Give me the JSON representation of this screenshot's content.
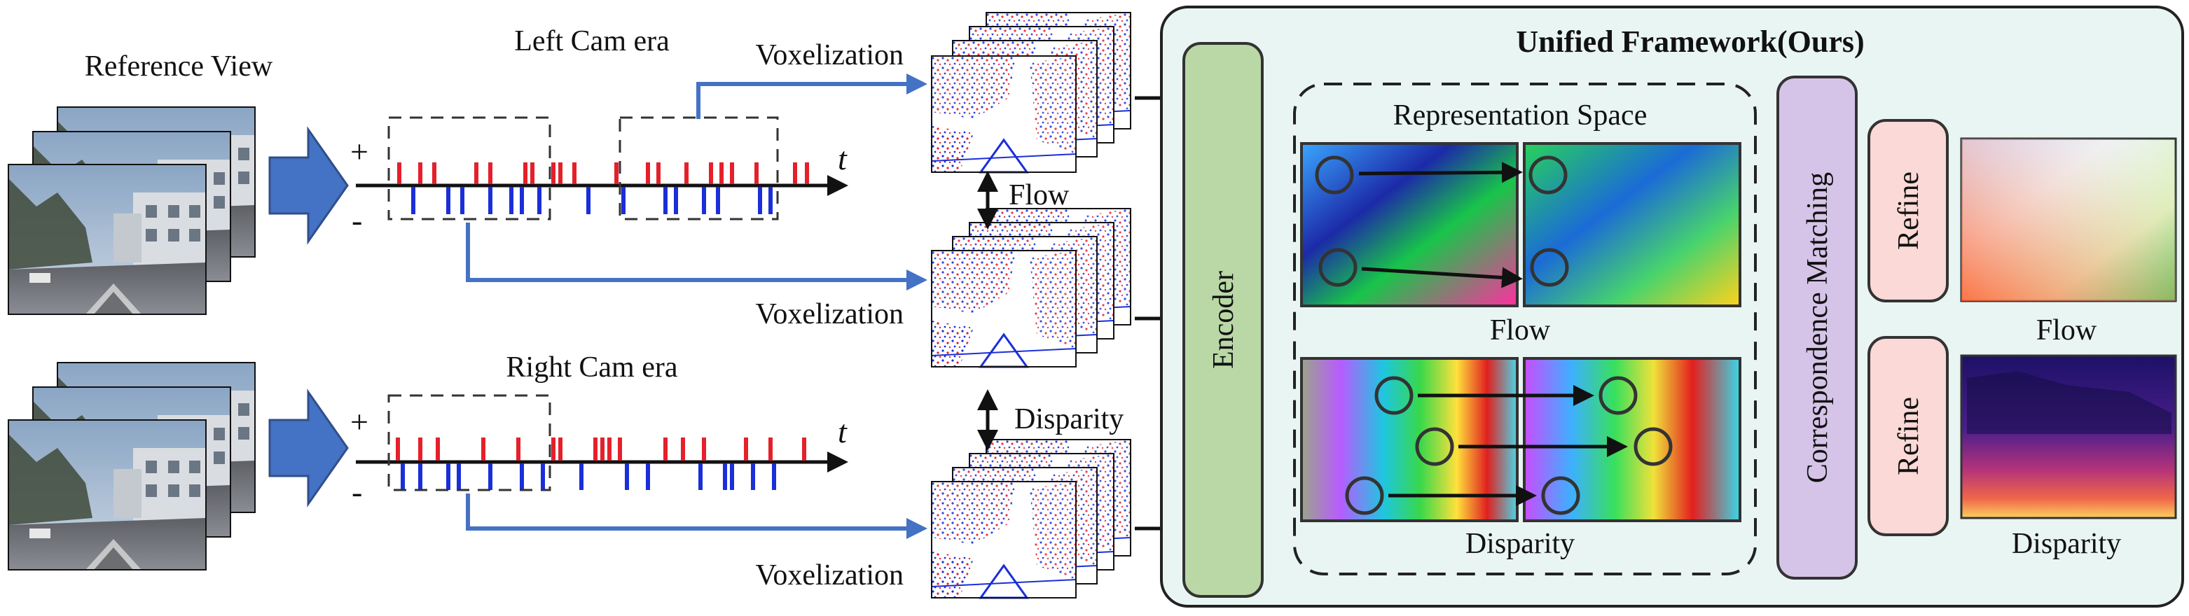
{
  "diagram": {
    "reference_view_label": "Reference View",
    "left_camera_label": "Left Cam era",
    "right_camera_label": "Right Cam era",
    "plus_sign": "+",
    "minus_sign": "-",
    "time_label": "t",
    "voxelization_labels": [
      "Voxelization",
      "Voxelization",
      "Voxelization"
    ],
    "flow_link_label": "Flow",
    "disparity_link_label": "Disparity",
    "framework_title": "Unified Framework(Ours)",
    "encoder_label": "Encoder",
    "representation_space_label": "Representation Space",
    "flow_space_label": "Flow",
    "disparity_space_label": "Disparity",
    "correspondence_label": "Correspondence Matching",
    "refine_labels": [
      "Refine",
      "Refine"
    ],
    "output_flow_label": "Flow",
    "output_disparity_label": "Disparity"
  },
  "colors": {
    "positive_event": "#e5202a",
    "negative_event": "#1a2fd8",
    "arrow_blue": "#4472c4",
    "framework_bg": "#e9f5f3",
    "encoder_fill": "#b9d8a6",
    "correspondence_fill": "#d6c4e8",
    "refine_fill": "#fbd9d6"
  },
  "icons": {
    "big_arrow": "block-arrow-right-icon",
    "match_marker": "circle-marker-icon"
  }
}
